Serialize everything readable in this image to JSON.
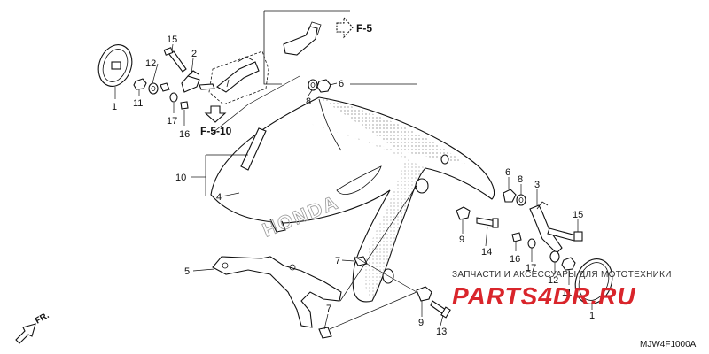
{
  "callouts": {
    "c1_left": "1",
    "c1_right": "1",
    "c2": "2",
    "c3": "3",
    "c4": "4",
    "c5": "5",
    "c6_top": "6",
    "c6_right": "6",
    "c7_a": "7",
    "c7_b": "7",
    "c8_top": "8",
    "c8_right": "8",
    "c9_a": "9",
    "c9_b": "9",
    "c10": "10",
    "c11_left": "11",
    "c11_right": "11",
    "c12_left": "12",
    "c12_right": "12",
    "c13": "13",
    "c14": "14",
    "c15_left": "15",
    "c15_right": "15",
    "c16_left": "16",
    "c16_right": "16",
    "c17_left": "17",
    "c17_right": "17"
  },
  "refs": {
    "f5": "F-5",
    "f510": "F-5-10"
  },
  "emboss_text": "HONDA",
  "direction_label": "FR.",
  "diagram_code": "MJW4F1000A",
  "watermark": {
    "tagline": "ЗАПЧАСТИ И АКСЕССУАРЫ ДЛЯ МОТОТЕХНИКИ",
    "brand": "PARTS4DR.RU",
    "brand_color": "#d9252b"
  }
}
